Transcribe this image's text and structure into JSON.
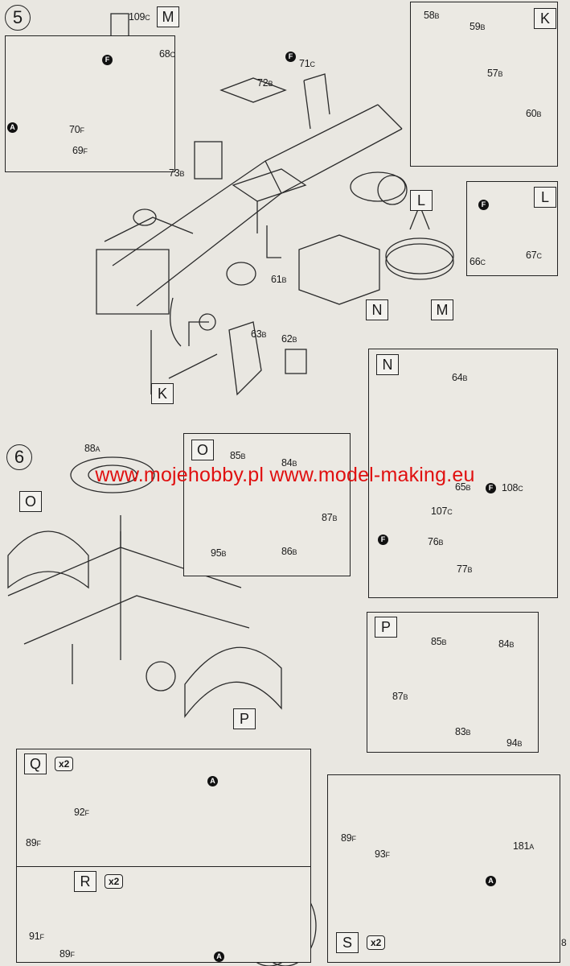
{
  "steps": {
    "s5": "5",
    "s6": "6"
  },
  "watermark": "www.mojehobby.pl www.model-making.eu",
  "tags": {
    "M_top": "M",
    "K_top": "K",
    "L_chassis": "L",
    "L_box": "L",
    "N_chassis": "N",
    "M_chassis": "M",
    "K_chassis": "K",
    "O_box": "O",
    "O_left": "O",
    "N_box": "N",
    "P_box": "P",
    "P_chassis": "P",
    "Q_box": "Q",
    "R_box": "R",
    "S_box": "S"
  },
  "multipliers": {
    "q": "x2",
    "r": "x2",
    "s": "x2"
  },
  "markers": {
    "a": "A",
    "f": "F"
  },
  "parts": {
    "p109c": [
      "109",
      "C"
    ],
    "p68c": [
      "68",
      "C"
    ],
    "p70f": [
      "70",
      "F"
    ],
    "p69f": [
      "69",
      "F"
    ],
    "p71c": [
      "71",
      "C"
    ],
    "p72b": [
      "72",
      "B"
    ],
    "p73b": [
      "73",
      "B"
    ],
    "p58b": [
      "58",
      "B"
    ],
    "p59b": [
      "59",
      "B"
    ],
    "p57b": [
      "57",
      "B"
    ],
    "p60b": [
      "60",
      "B"
    ],
    "p66c": [
      "66",
      "C"
    ],
    "p67c": [
      "67",
      "C"
    ],
    "p61b": [
      "61",
      "B"
    ],
    "p63b": [
      "63",
      "B"
    ],
    "p62b": [
      "62",
      "B"
    ],
    "p88a": [
      "88",
      "A"
    ],
    "o85b": [
      "85",
      "B"
    ],
    "o84b": [
      "84",
      "B"
    ],
    "o87b": [
      "87",
      "B"
    ],
    "o95b": [
      "95",
      "B"
    ],
    "o86b": [
      "86",
      "B"
    ],
    "p64b": [
      "64",
      "B"
    ],
    "p65b": [
      "65",
      "B"
    ],
    "p108c": [
      "108",
      "C"
    ],
    "p107c": [
      "107",
      "C"
    ],
    "p76b": [
      "76",
      "B"
    ],
    "p77b": [
      "77",
      "B"
    ],
    "q85b": [
      "85",
      "B"
    ],
    "q84b": [
      "84",
      "B"
    ],
    "q87b": [
      "87",
      "B"
    ],
    "q83b": [
      "83",
      "B"
    ],
    "q94b": [
      "94",
      "B"
    ],
    "p92f": [
      "92",
      "F"
    ],
    "p89f_q": [
      "89",
      "F"
    ],
    "p91f": [
      "91",
      "F"
    ],
    "p89f_r": [
      "89",
      "F"
    ],
    "p89f_s": [
      "89",
      "F"
    ],
    "p93f": [
      "93",
      "F"
    ],
    "p181a": [
      "181",
      "A"
    ]
  },
  "page_number": "8"
}
